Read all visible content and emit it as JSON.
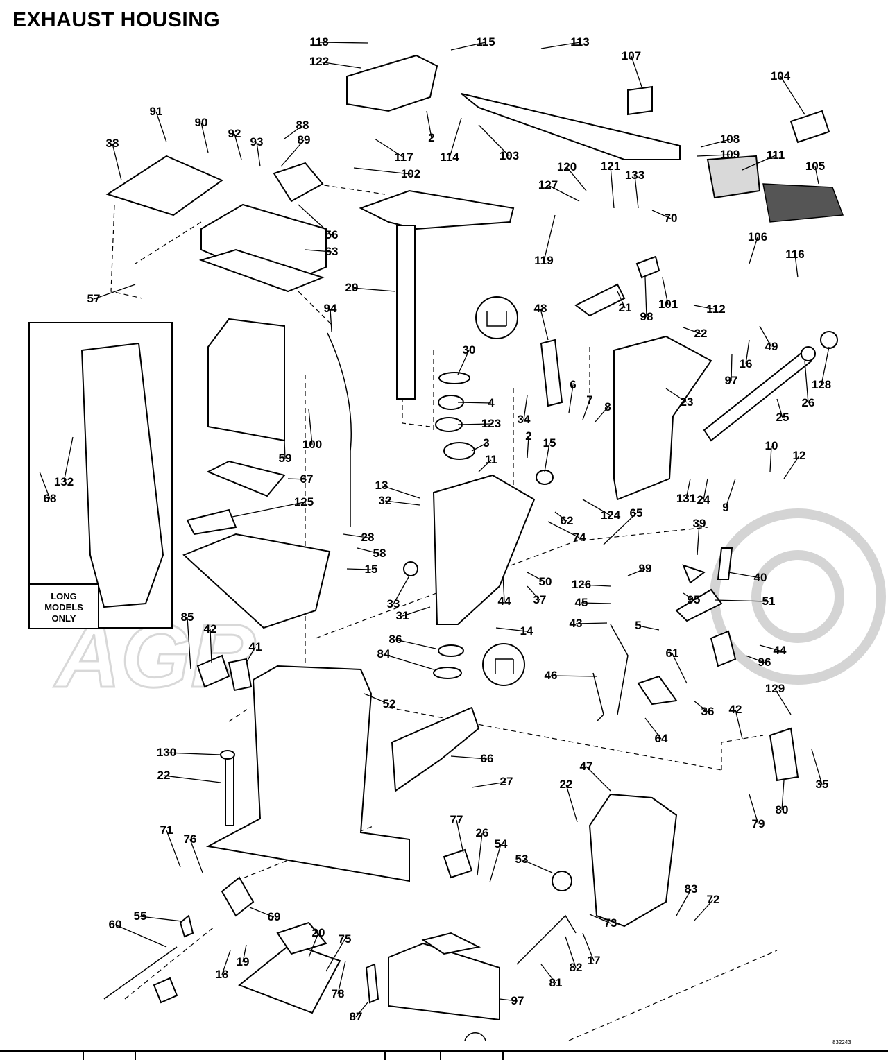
{
  "title": "EXHAUST HOUSING",
  "inset_note": [
    "LONG",
    "MODELS",
    "ONLY"
  ],
  "drawing_code": "832243",
  "callouts": [
    "118",
    "115",
    "113",
    "122",
    "107",
    "104",
    "91",
    "90",
    "88",
    "92",
    "93",
    "89",
    "2",
    "117",
    "114",
    "103",
    "108",
    "109",
    "111",
    "105",
    "38",
    "102",
    "120",
    "121",
    "133",
    "127",
    "70",
    "119",
    "56",
    "63",
    "106",
    "116",
    "57",
    "29",
    "94",
    "98",
    "101",
    "112",
    "59",
    "48",
    "21",
    "22",
    "49",
    "30",
    "4",
    "123",
    "3",
    "34",
    "6",
    "7",
    "8",
    "23",
    "16",
    "97",
    "128",
    "26",
    "25",
    "100",
    "67",
    "15",
    "2",
    "11",
    "10",
    "12",
    "24",
    "9",
    "131",
    "132",
    "68",
    "125",
    "13",
    "32",
    "124",
    "65",
    "74",
    "62",
    "39",
    "40",
    "95",
    "28",
    "58",
    "15",
    "33",
    "50",
    "44",
    "37",
    "126",
    "99",
    "45",
    "51",
    "14",
    "43",
    "5",
    "31",
    "86",
    "84",
    "85",
    "42",
    "41",
    "44",
    "96",
    "61",
    "46",
    "52",
    "36",
    "42",
    "129",
    "64",
    "130",
    "66",
    "22",
    "27",
    "22",
    "47",
    "35",
    "80",
    "79",
    "71",
    "76",
    "77",
    "26",
    "54",
    "53",
    "83",
    "72",
    "55",
    "69",
    "60",
    "20",
    "75",
    "73",
    "18",
    "19",
    "17",
    "82",
    "81",
    "78",
    "87",
    "97"
  ]
}
